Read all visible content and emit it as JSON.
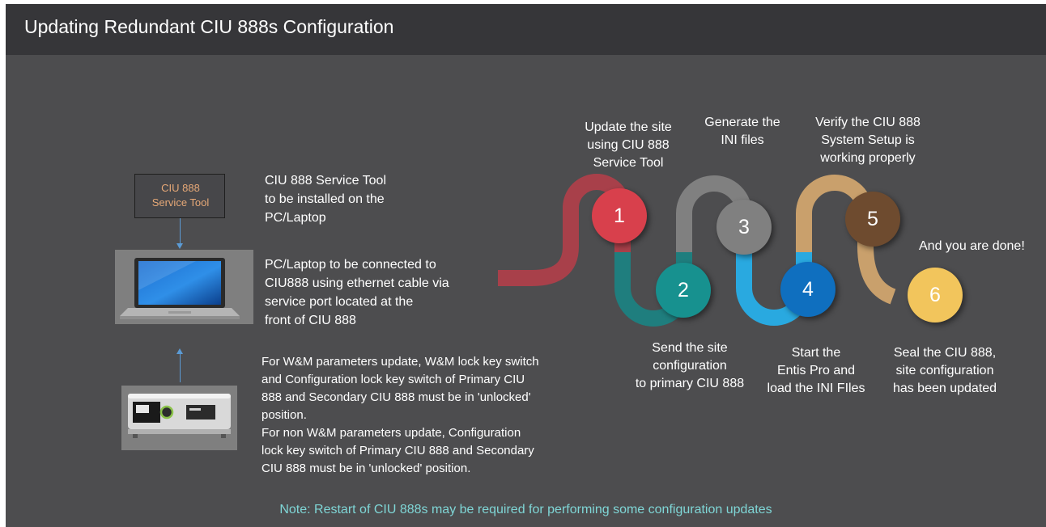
{
  "header": {
    "title": "Updating Redundant CIU 888s Configuration"
  },
  "service_tool_box": {
    "label": "CIU 888\nService Tool"
  },
  "left_text": {
    "install": "CIU 888 Service Tool\nto be installed on the\nPC/Laptop",
    "connect": "PC/Laptop to be connected to\nCIU888 using ethernet cable via\nservice port located at the\nfront of CIU 888",
    "lock": "For W&M parameters update, W&M lock key switch\nand Configuration lock key switch of Primary CIU\n888 and Secondary CIU 888 must be in 'unlocked'\nposition.\n For non W&M parameters update, Configuration\nlock key switch of Primary CIU 888 and Secondary\nCIU 888 must be in 'unlocked' position."
  },
  "steps": [
    {
      "number": "1",
      "label": "Update the site\nusing CIU 888\nService Tool",
      "color": "#d8404c"
    },
    {
      "number": "2",
      "label": "Send the site\nconfiguration\nto primary CIU 888",
      "color": "#17918f"
    },
    {
      "number": "3",
      "label": "Generate the\nINI files",
      "color": "#808080"
    },
    {
      "number": "4",
      "label": "Start the\nEntis Pro and\nload the INI FIles",
      "color": "#0f6fbf"
    },
    {
      "number": "5",
      "label": "Verify the CIU 888\nSystem Setup is\nworking properly",
      "color": "#6e4b2f"
    },
    {
      "number": "6",
      "label": "Seal the CIU 888,\nsite configuration\nhas been updated",
      "color": "#f2c55c"
    }
  ],
  "done_label": "And you are done!",
  "note": "Note: Restart of CIU 888s may be required for performing some configuration updates",
  "colors": {
    "background": "#4d4d4f",
    "title_bar": "#363639",
    "track_red": "#a8404a",
    "track_teal": "#1f7e7e",
    "track_gray": "#808080",
    "track_blue": "#29a9e0",
    "track_tan": "#c9a06c",
    "note": "#7fd6d6",
    "tool_label": "#e6a877"
  }
}
